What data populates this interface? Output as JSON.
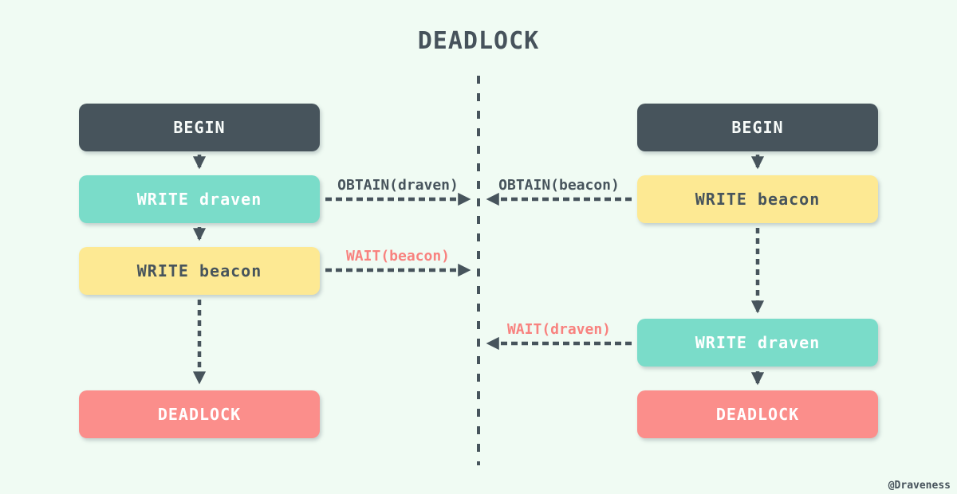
{
  "title": "DEADLOCK",
  "watermark": "@Draveness",
  "colors": {
    "background": "#F0FBF3",
    "ink": "#47545C",
    "teal": "#7ADCC9",
    "yellow": "#FDE993",
    "salmon": "#FB8E8B",
    "wait_label": "#F8827F"
  },
  "transactions": {
    "left": {
      "nodes": [
        {
          "label": "BEGIN"
        },
        {
          "label": "WRITE draven"
        },
        {
          "label": "WRITE beacon"
        },
        {
          "label": "DEADLOCK"
        }
      ]
    },
    "right": {
      "nodes": [
        {
          "label": "BEGIN"
        },
        {
          "label": "WRITE beacon"
        },
        {
          "label": "WRITE draven"
        },
        {
          "label": "DEADLOCK"
        }
      ]
    }
  },
  "lock_messages": [
    {
      "label": "OBTAIN(draven)",
      "direction": "left-to-center",
      "tone": "obtain"
    },
    {
      "label": "OBTAIN(beacon)",
      "direction": "right-to-center",
      "tone": "obtain"
    },
    {
      "label": "WAIT(beacon)",
      "direction": "left-to-center",
      "tone": "wait"
    },
    {
      "label": "WAIT(draven)",
      "direction": "right-to-center",
      "tone": "wait"
    }
  ]
}
